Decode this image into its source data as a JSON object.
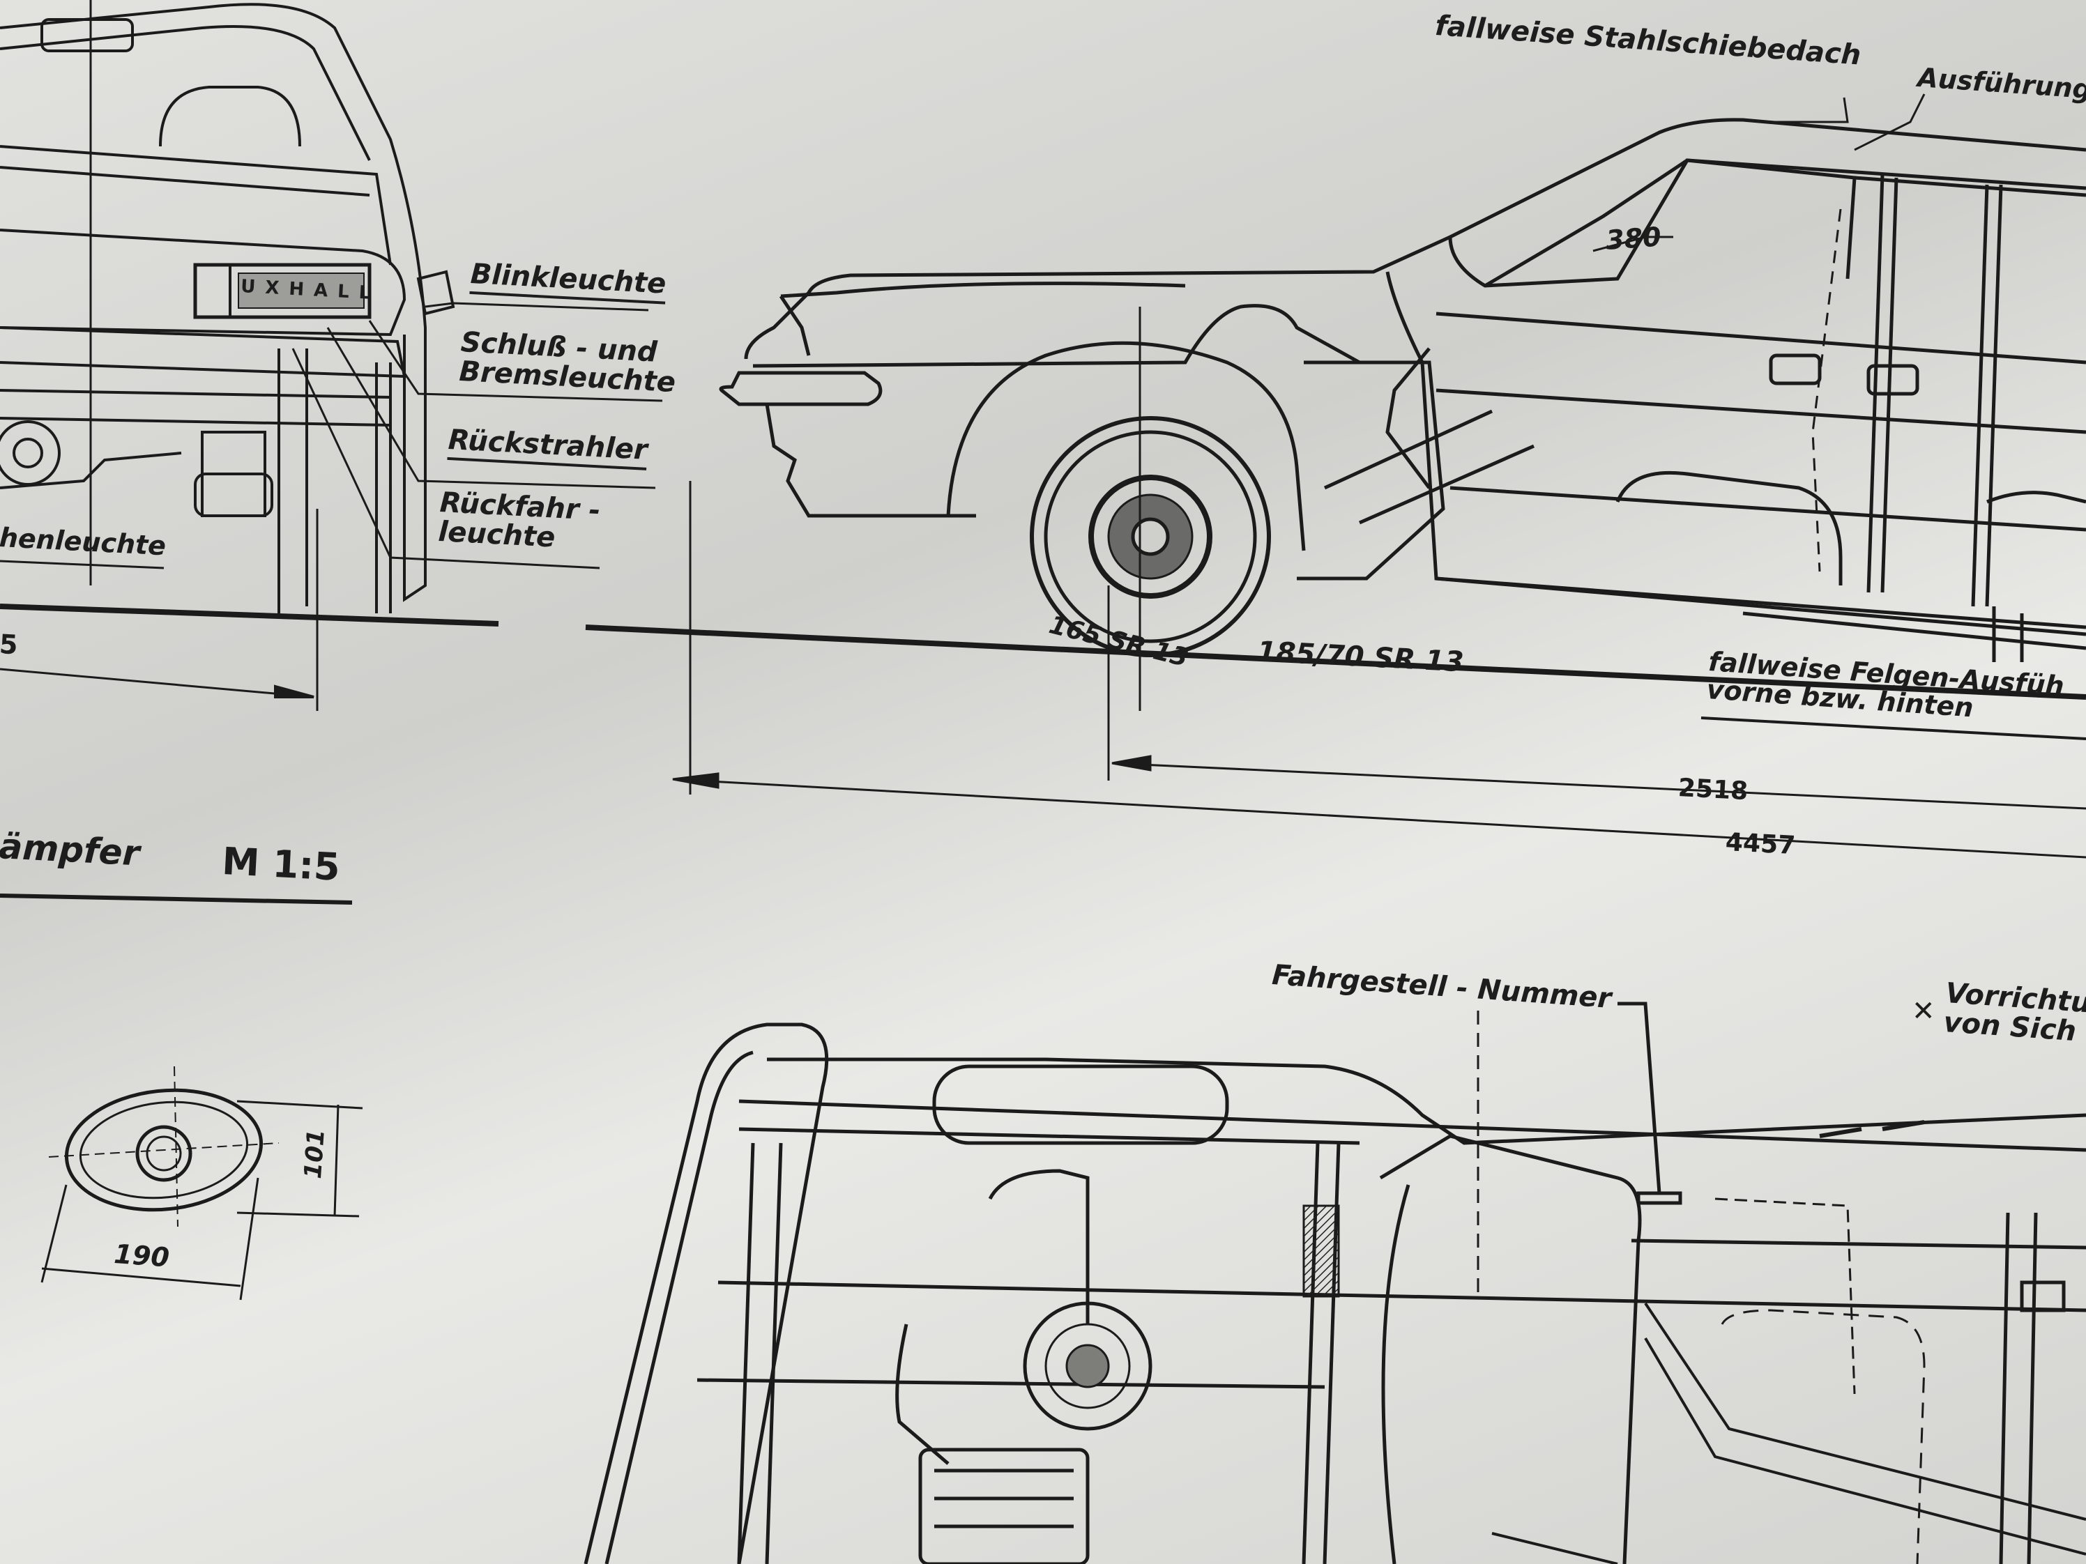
{
  "drawing": {
    "rear_view": {
      "badge": "UXHALL",
      "callouts": {
        "blinker": "Blinkleuchte",
        "tail_brake": "Schluß - und\nBremsleuchte",
        "reflector": "Rückstrahler",
        "reversing": "Rückfahr -\nleuchte",
        "plate_light": "henleuchte"
      },
      "dim_partial": "5"
    },
    "side_view": {
      "sunroof": "fallweise Stahlschiebedach",
      "version": "Ausführung",
      "dim_380": "380",
      "tyre_front": "165 SR 13",
      "tyre_rear": "185/70 SR 13",
      "rims_note": "fallweise Felgen-Ausfüh\nvorne bzw. hinten",
      "wheelbase": "2518",
      "length": "4457"
    },
    "muffler_detail": {
      "title": "ämpfer",
      "scale": "M 1:5",
      "width_mm": "190",
      "height_mm": "101"
    },
    "top_view": {
      "chassis_no": "Fahrgestell - Nummer",
      "device_note": "Vorrichtu\nvon Sich"
    }
  }
}
